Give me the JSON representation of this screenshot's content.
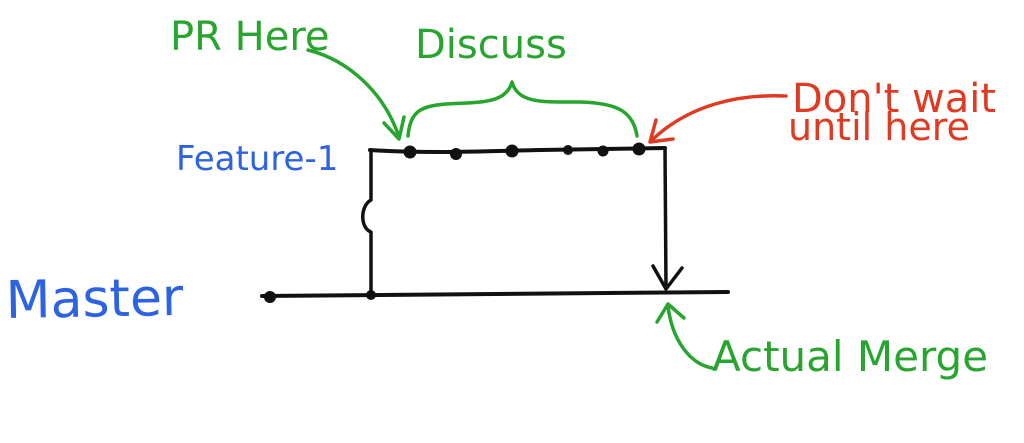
{
  "labels": {
    "master": "Master",
    "feature": "Feature-1",
    "pr_here": "PR Here",
    "discuss": "Discuss",
    "dont_wait_line1": "Don't wait",
    "dont_wait_line2": "until here",
    "actual_merge": "Actual Merge"
  },
  "colors": {
    "ink": "#111111",
    "blue": "#2d63e0",
    "green": "#27a52e",
    "red": "#e03a22"
  }
}
